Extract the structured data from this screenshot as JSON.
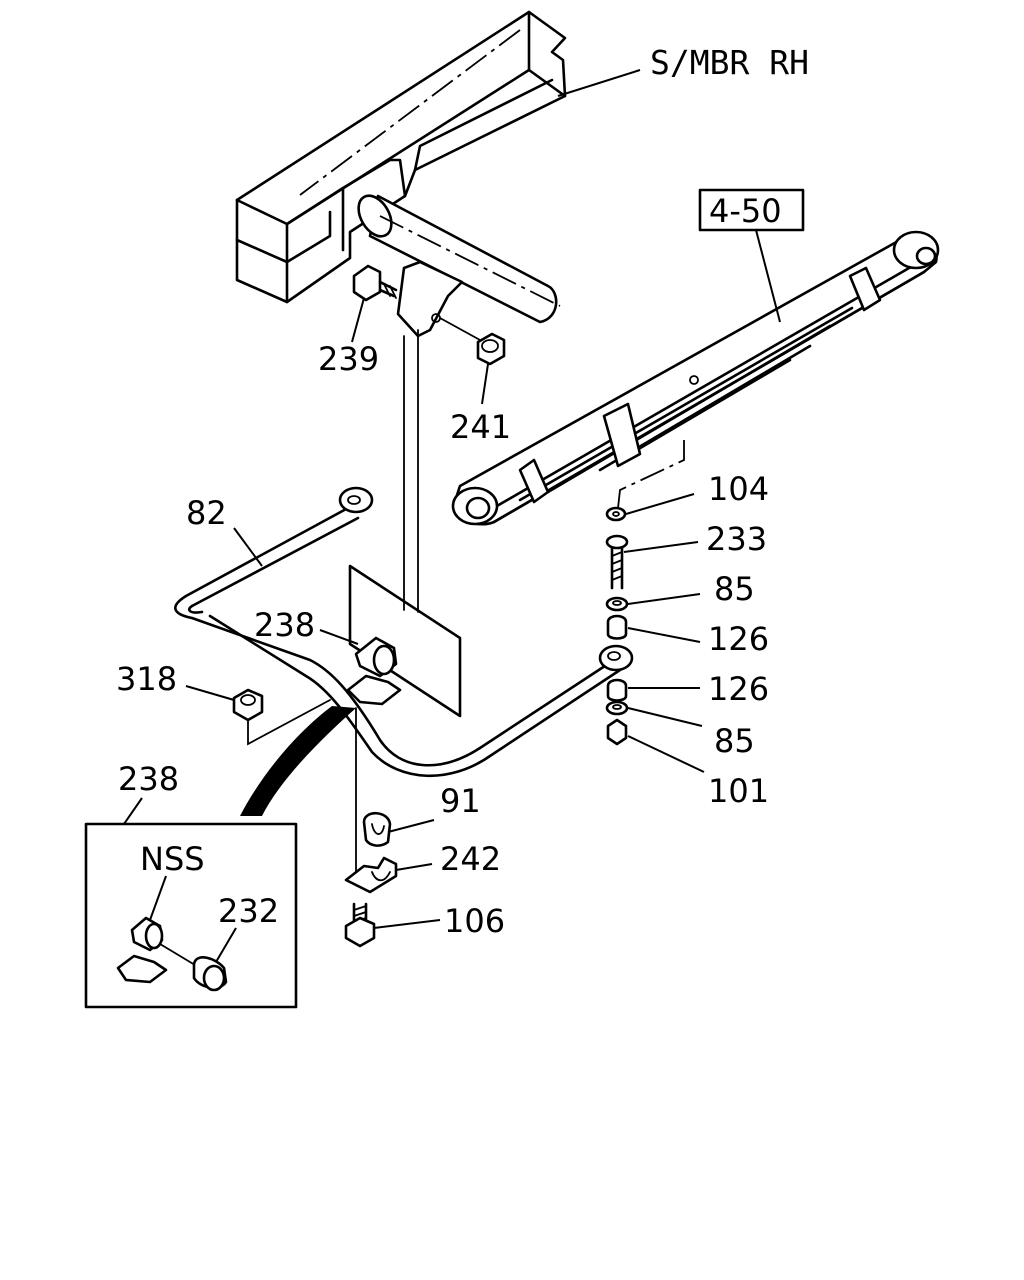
{
  "callouts": {
    "side_member": "S/MBR RH",
    "ref_4_50": "4-50",
    "p239": "239",
    "p241": "241",
    "p82": "82",
    "p238_top": "238",
    "p318": "318",
    "p104": "104",
    "p233": "233",
    "p85_a": "85",
    "p126_a": "126",
    "p126_b": "126",
    "p85_b": "85",
    "p101": "101",
    "p91": "91",
    "p242": "242",
    "p106": "106",
    "p238_detail": "238"
  },
  "detail_box": {
    "nss": "NSS",
    "p232": "232"
  }
}
